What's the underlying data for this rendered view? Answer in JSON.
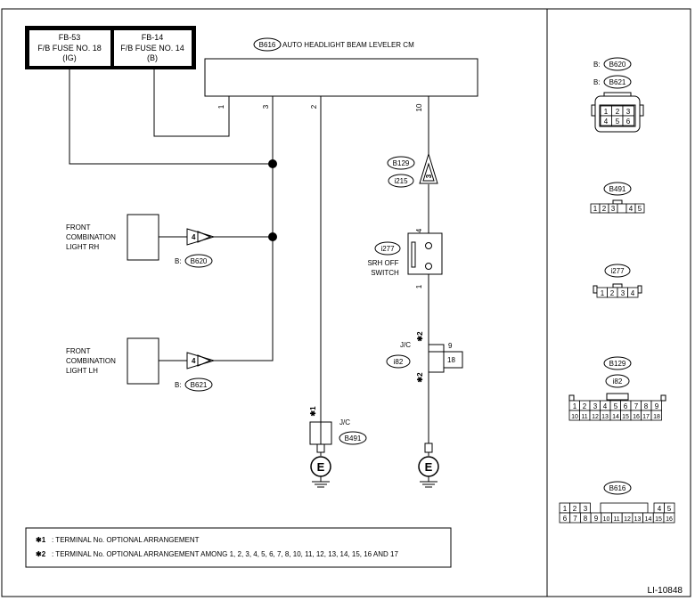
{
  "fuses": [
    {
      "id": "FB-53",
      "name": "F/B FUSE NO. 18",
      "circuit": "(IG)"
    },
    {
      "id": "FB-14",
      "name": "F/B FUSE NO. 14",
      "circuit": "(B)"
    }
  ],
  "control_module": {
    "connector": "B616",
    "label": "AUTO HEADLIGHT BEAM LEVELER CM",
    "pins": [
      "1",
      "3",
      "2",
      "10"
    ]
  },
  "lights": {
    "rh": {
      "line1": "FRONT",
      "line2": "COMBINATION",
      "line3": "LIGHT RH",
      "pin": "4",
      "prefix": "B:",
      "connector": "B620"
    },
    "lh": {
      "line1": "FRONT",
      "line2": "COMBINATION",
      "line3": "LIGHT LH",
      "pin": "4",
      "prefix": "B:",
      "connector": "B621"
    }
  },
  "harness_joint": {
    "connector_top": "B129",
    "connector_bottom": "i215",
    "pin": "3"
  },
  "srh_switch": {
    "connector": "i277",
    "line1": "SRH OFF",
    "line2": "SWITCH",
    "pin_top": "4",
    "pin_bottom": "1"
  },
  "jc_left": {
    "label": "J/C",
    "connector": "B491",
    "mark": "✱1"
  },
  "jc_right": {
    "label": "J/C",
    "connector": "i82",
    "pin_a": "9",
    "pin_b": "18",
    "mark": "✱2"
  },
  "ground_symbol": "E",
  "notes": [
    {
      "mark": "✱1",
      "text": ": TERMINAL No. OPTIONAL ARRANGEMENT"
    },
    {
      "mark": "✱2",
      "text": ": TERMINAL No. OPTIONAL ARRANGEMENT AMONG 1, 2, 3, 4, 5, 6, 7, 8, 10, 11, 12, 13, 14, 15, 16 AND 17"
    }
  ],
  "connector_views": {
    "b620_b621": {
      "label_a_prefix": "B:",
      "label_a": "B620",
      "label_b_prefix": "B:",
      "label_b": "B621",
      "pins": [
        "1",
        "2",
        "3",
        "4",
        "5",
        "6"
      ]
    },
    "b491": {
      "label": "B491",
      "pins": [
        "1",
        "2",
        "3",
        "4",
        "5"
      ]
    },
    "i277": {
      "label": "i277",
      "pins": [
        "1",
        "2",
        "3",
        "4"
      ]
    },
    "b129_i82": {
      "label_a": "B129",
      "label_b": "i82",
      "top": [
        "1",
        "2",
        "3",
        "4",
        "5",
        "6",
        "7",
        "8",
        "9"
      ],
      "bottom": [
        "10",
        "11",
        "12",
        "13",
        "14",
        "15",
        "16",
        "17",
        "18"
      ]
    },
    "b616": {
      "label": "B616",
      "top_left": [
        "1",
        "2",
        "3"
      ],
      "top_right": [
        "4",
        "5"
      ],
      "bottom": [
        "6",
        "7",
        "8",
        "9",
        "10",
        "11",
        "12",
        "13",
        "14",
        "15",
        "16"
      ]
    }
  },
  "figure_id": "LI-10848"
}
